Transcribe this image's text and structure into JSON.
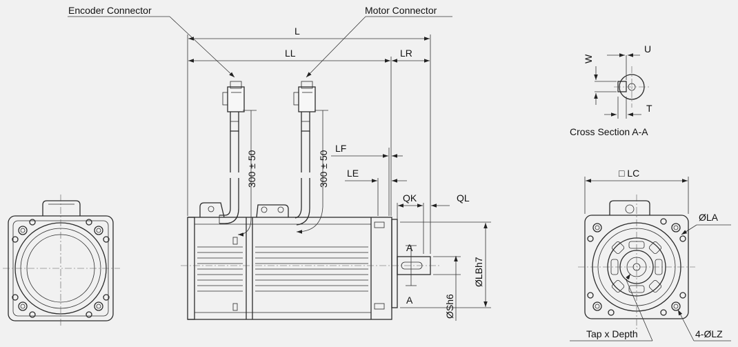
{
  "labels": {
    "encoder_connector": "Encoder Connector",
    "motor_connector": "Motor Connector",
    "L": "L",
    "LL": "LL",
    "LR": "LR",
    "LF": "LF",
    "LE": "LE",
    "QK": "QK",
    "QL": "QL",
    "cable_length_1": "300 ± 50",
    "cable_length_2": "300 ± 50",
    "section_mark_top": "A",
    "section_mark_bottom": "A",
    "LBh7": "ØLBh7",
    "Sh6": "ØSh6",
    "W": "W",
    "U": "U",
    "T": "T",
    "cross_section": "Cross Section A-A",
    "LC": "□ LC",
    "LA": "ØLA",
    "LZ": "4-ØLZ",
    "tap_depth": "Tap x Depth"
  }
}
